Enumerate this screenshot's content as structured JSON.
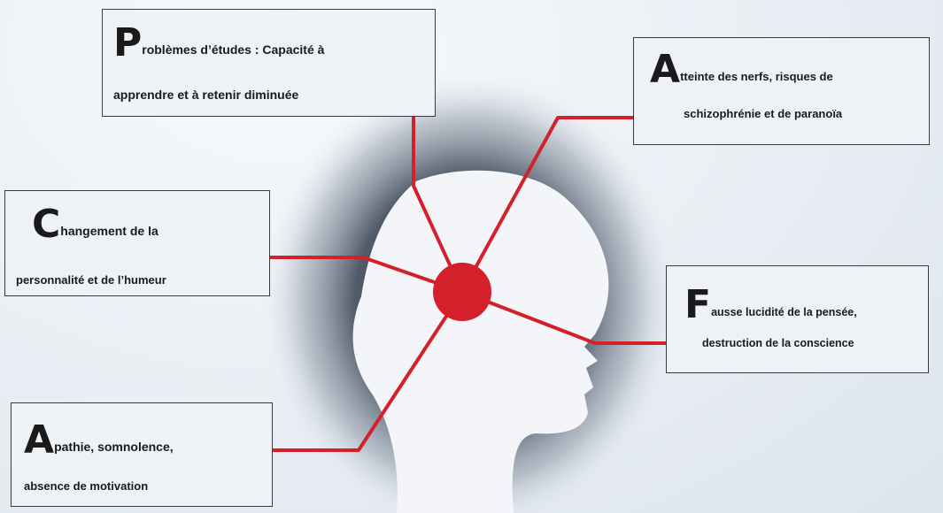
{
  "diagram": {
    "colors": {
      "accent": "#d4202a",
      "head": "#f3f5f8",
      "shadow": "#0c1626"
    },
    "effects": [
      {
        "id": "etudes",
        "initial": "P",
        "line1": "roblèmes d’études : Capacité à",
        "line2": "apprendre et à retenir diminuée"
      },
      {
        "id": "nerfs",
        "initial": "A",
        "line1": "tteinte des nerfs, risques de",
        "line2": "schizophrénie et de paranoïa"
      },
      {
        "id": "personnalite",
        "initial": "C",
        "line1": "hangement de la",
        "line2": "personnalité et de l’humeur"
      },
      {
        "id": "lucidite",
        "initial": "F",
        "line1": "ausse lucidité de la pensée,",
        "line2": "destruction de la conscience"
      },
      {
        "id": "apathie",
        "initial": "A",
        "line1": "pathie, somnolence,",
        "line2": "absence de motivation"
      }
    ]
  }
}
